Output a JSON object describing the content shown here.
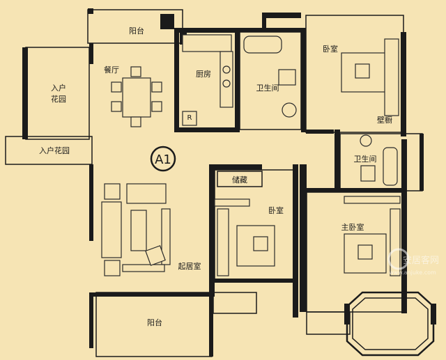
{
  "labels": {
    "balcony_top": "阳台",
    "dining": "餐厅",
    "kitchen": "厨房",
    "bathroom_top": "卫生间",
    "bedroom_top": "卧室",
    "wardrobe": "壁橱",
    "entry_garden": "入户\n花园",
    "entry_garden_passage": "入户花园",
    "unit_code": "A1",
    "storage": "储藏",
    "bathroom_mid": "卫生间",
    "bedroom_mid": "卧室",
    "master_bedroom": "主卧室",
    "living": "起居室",
    "balcony_bottom": "阳台",
    "kitchen_r": "R"
  },
  "watermark": {
    "brand": "安居客网",
    "url": "www.anjuke.com"
  },
  "colors": {
    "background": "#f6e4b4",
    "wall": "#1b1b1b"
  }
}
